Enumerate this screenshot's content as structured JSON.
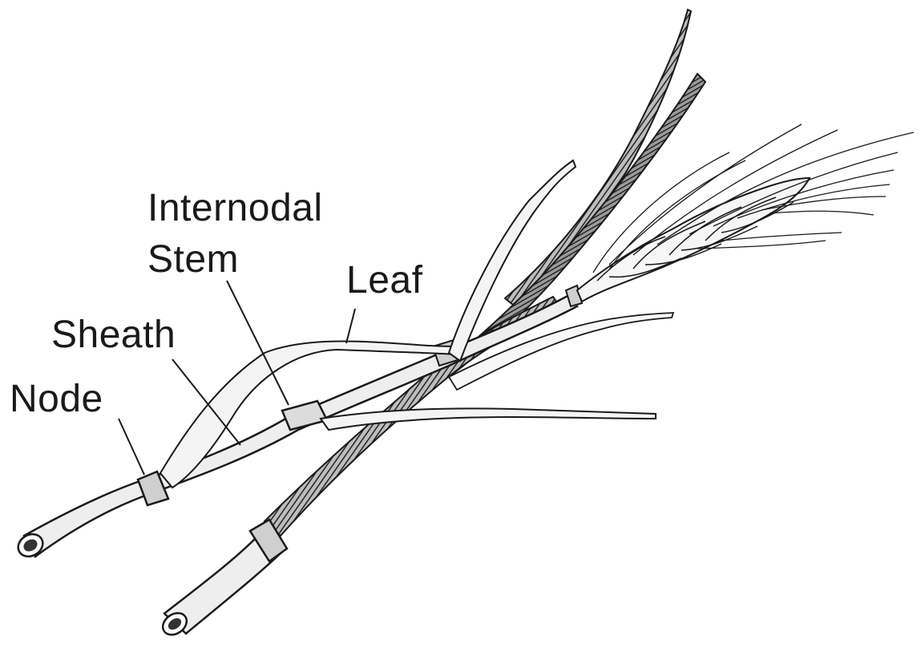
{
  "diagram": {
    "labels": {
      "internodal_line1": "Internodal",
      "internodal_line2": "Stem",
      "leaf": "Leaf",
      "sheath": "Sheath",
      "node": "Node"
    },
    "colors": {
      "ink": "#1a1a1a",
      "stem_fill": "#eeeeee",
      "dark_leaf": "#3a3a3a",
      "background": "#ffffff"
    }
  }
}
